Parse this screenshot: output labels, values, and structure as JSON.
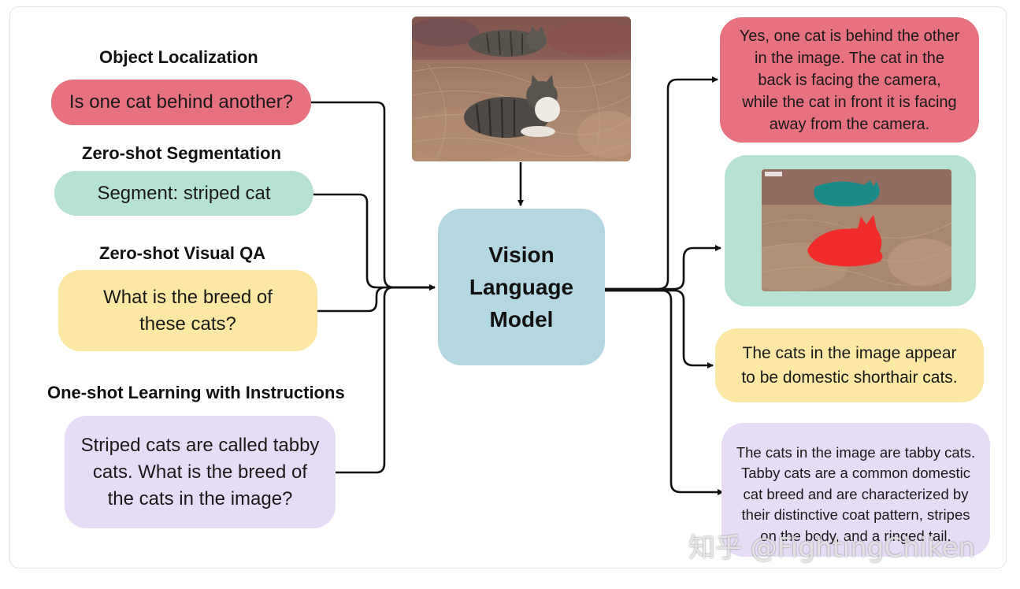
{
  "left": {
    "heading_localization": "Object Localization",
    "q_localization": "Is one cat behind another?",
    "heading_segmentation": "Zero-shot Segmentation",
    "q_segmentation": "Segment: striped cat",
    "heading_vqa": "Zero-shot Visual QA",
    "q_vqa_line1": "What is the breed of",
    "q_vqa_line2": "these cats?",
    "heading_oneshot": "One-shot Learning with Instructions",
    "q_oneshot_line1": "Striped cats are called tabby",
    "q_oneshot_line2": "cats. What is the breed of",
    "q_oneshot_line3": "the cats in the image?"
  },
  "center": {
    "model_line1": "Vision",
    "model_line2": "Language",
    "model_line3": "Model",
    "input_image": "photo of two cats lying on fishing nets"
  },
  "right": {
    "a_localization": [
      "Yes, one cat is behind the other",
      "in the image. The cat in the",
      "back is facing the camera,",
      "while the cat in front it is facing",
      "away from the camera."
    ],
    "a_segmentation_image": "segmentation output with teal and red cat masks",
    "a_vqa": [
      "The cats in the image appear",
      "to be domestic shorthair cats."
    ],
    "a_oneshot": [
      "The cats in the image are tabby cats.",
      "Tabby cats are a common domestic",
      "cat breed and are characterized by",
      "their distinctive coat pattern,  stripes",
      "on the body, and a ringed tail."
    ]
  },
  "watermark": "知乎 @FightingChiken",
  "colors": {
    "pink": "#e8717f",
    "mint": "#b5e2d2",
    "yellow": "#fbe8a4",
    "lavender": "#e6dcf6",
    "model": "#b4d8e2"
  }
}
